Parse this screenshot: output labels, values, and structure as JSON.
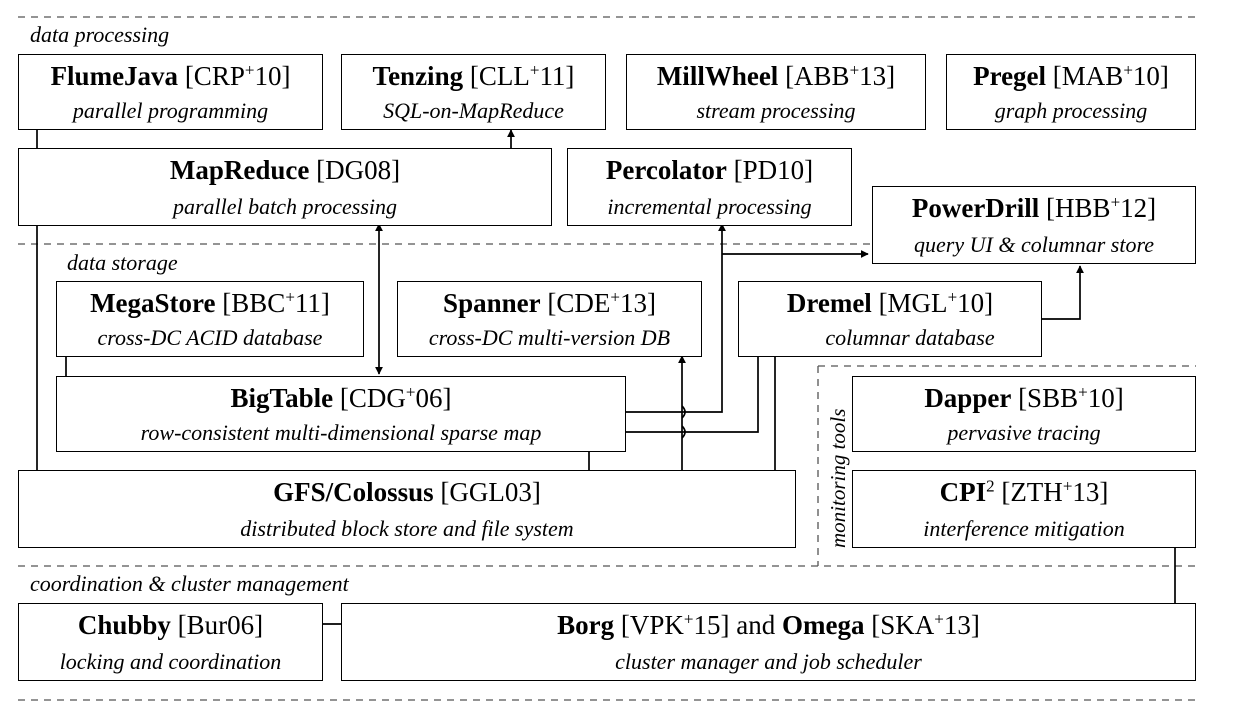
{
  "sections": {
    "processing": "data processing",
    "storage": "data storage",
    "monitoring": "monitoring tools",
    "coordination": "coordination & cluster management"
  },
  "systems": {
    "flumejava": {
      "name": "FlumeJava",
      "ref_pre": "[CRP",
      "ref_sup": "+",
      "ref_post": "10]",
      "desc": "parallel programming"
    },
    "tenzing": {
      "name": "Tenzing",
      "ref_pre": "[CLL",
      "ref_sup": "+",
      "ref_post": "11]",
      "desc": "SQL-on-MapReduce"
    },
    "millwheel": {
      "name": "MillWheel",
      "ref_pre": "[ABB",
      "ref_sup": "+",
      "ref_post": "13]",
      "desc": "stream processing"
    },
    "pregel": {
      "name": "Pregel",
      "ref_pre": "[MAB",
      "ref_sup": "+",
      "ref_post": "10]",
      "desc": "graph processing"
    },
    "mapreduce": {
      "name": "MapReduce",
      "ref": "[DG08]",
      "desc": "parallel batch processing"
    },
    "percolator": {
      "name": "Percolator",
      "ref": "[PD10]",
      "desc": "incremental processing"
    },
    "powerdrill": {
      "name": "PowerDrill",
      "ref_pre": "[HBB",
      "ref_sup": "+",
      "ref_post": "12]",
      "desc": "query UI & columnar store"
    },
    "megastore": {
      "name": "MegaStore",
      "ref_pre": "[BBC",
      "ref_sup": "+",
      "ref_post": "11]",
      "desc": "cross-DC ACID database"
    },
    "spanner": {
      "name": "Spanner",
      "ref_pre": "[CDE",
      "ref_sup": "+",
      "ref_post": "13]",
      "desc": "cross-DC multi-version DB"
    },
    "dremel": {
      "name": "Dremel",
      "ref_pre": "[MGL",
      "ref_sup": "+",
      "ref_post": "10]",
      "desc": "columnar database"
    },
    "bigtable": {
      "name": "BigTable",
      "ref_pre": "[CDG",
      "ref_sup": "+",
      "ref_post": "06]",
      "desc": "row-consistent multi-dimensional sparse map"
    },
    "dapper": {
      "name": "Dapper",
      "ref_pre": "[SBB",
      "ref_sup": "+",
      "ref_post": "10]",
      "desc": "pervasive tracing"
    },
    "gfs": {
      "name": "GFS/Colossus",
      "ref": "[GGL03]",
      "desc": "distributed block store and file system"
    },
    "cpi2": {
      "name": "CPI",
      "name_sup": "2",
      "ref_pre": "[ZTH",
      "ref_sup": "+",
      "ref_post": "13]",
      "desc": "interference mitigation"
    },
    "chubby": {
      "name": "Chubby",
      "ref": "[Bur06]",
      "desc": "locking and coordination"
    },
    "borg": {
      "name": "Borg",
      "ref_pre": "[VPK",
      "ref_sup": "+",
      "ref_post": "15]",
      "joiner": "and",
      "name2": "Omega",
      "ref2_pre": "[SKA",
      "ref2_sup": "+",
      "ref2_post": "13]",
      "desc": "cluster manager and job scheduler"
    }
  }
}
